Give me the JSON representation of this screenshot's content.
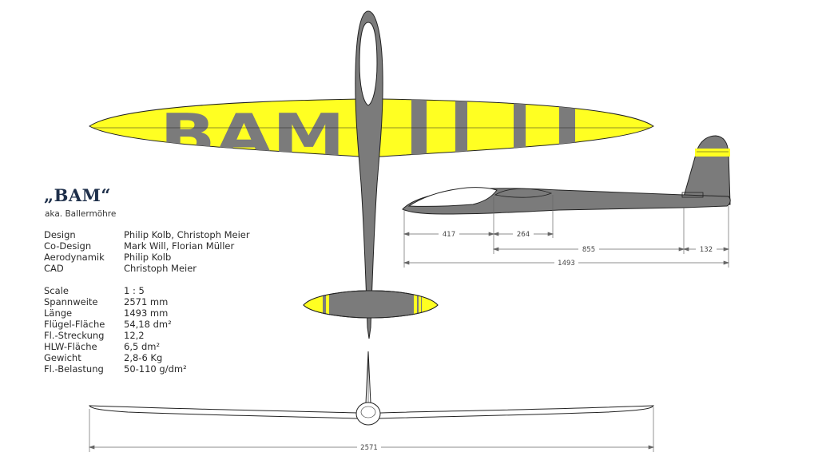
{
  "model": {
    "title": "„BAM“",
    "subtitle": "aka. Ballermöhre",
    "wing_lettering": "BAM"
  },
  "credits": [
    {
      "label": "Design",
      "value": "Philip Kolb, Christoph Meier"
    },
    {
      "label": "Co-Design",
      "value": "Mark Will, Florian Müller"
    },
    {
      "label": "Aerodynamik",
      "value": "Philip Kolb"
    },
    {
      "label": "CAD",
      "value": "Christoph Meier"
    }
  ],
  "specs": [
    {
      "label": "Scale",
      "value": "1 : 5"
    },
    {
      "label": "Spannweite",
      "value": "2571 mm"
    },
    {
      "label": "Länge",
      "value": "1493 mm"
    },
    {
      "label": "Flügel-Fläche",
      "value": "54,18 dm²"
    },
    {
      "label": "Fl.-Streckung",
      "value": "12,2"
    },
    {
      "label": "HLW-Fläche",
      "value": "6,5 dm²"
    },
    {
      "label": "Gewicht",
      "value": "2,8-6 Kg"
    },
    {
      "label": "Fl.-Belastung",
      "value": "50-110 g/dm²"
    }
  ],
  "dimensions": {
    "nose_to_wing": "417",
    "wing_chord": "264",
    "wing_to_tail": "855",
    "tail_chord": "132",
    "total_length": "1493",
    "span": "2571"
  },
  "colors": {
    "wing_yellow": "#ffff22",
    "stripe_gray": "#7b7b7b",
    "body_gray": "#7b7b7b",
    "outline": "#222222",
    "dim_line": "#555555",
    "title_navy": "#1e2f4a"
  }
}
